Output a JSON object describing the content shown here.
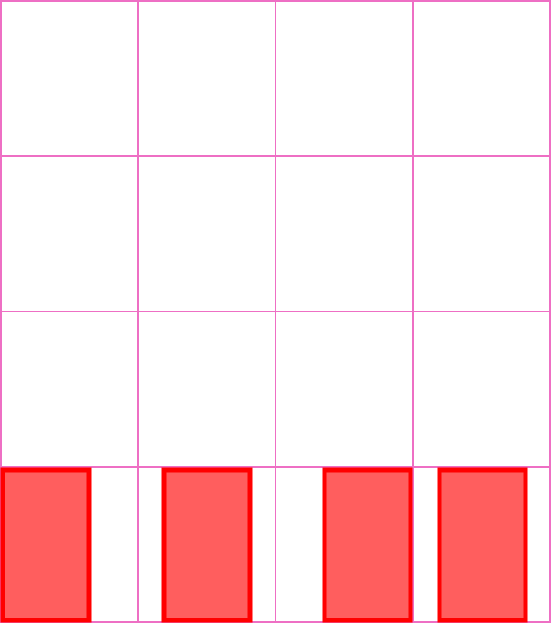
{
  "board": {
    "rows": 4,
    "columns": 4,
    "grid_color": "#ee6fc4",
    "block_fill_color": "#ff5e5e",
    "block_border_color": "#ff0000",
    "background_color": "#ffffff"
  },
  "blocks": [
    {
      "row": 4,
      "column": 1
    },
    {
      "row": 4,
      "column": 2
    },
    {
      "row": 4,
      "column": 3
    },
    {
      "row": 4,
      "column": 4
    }
  ]
}
